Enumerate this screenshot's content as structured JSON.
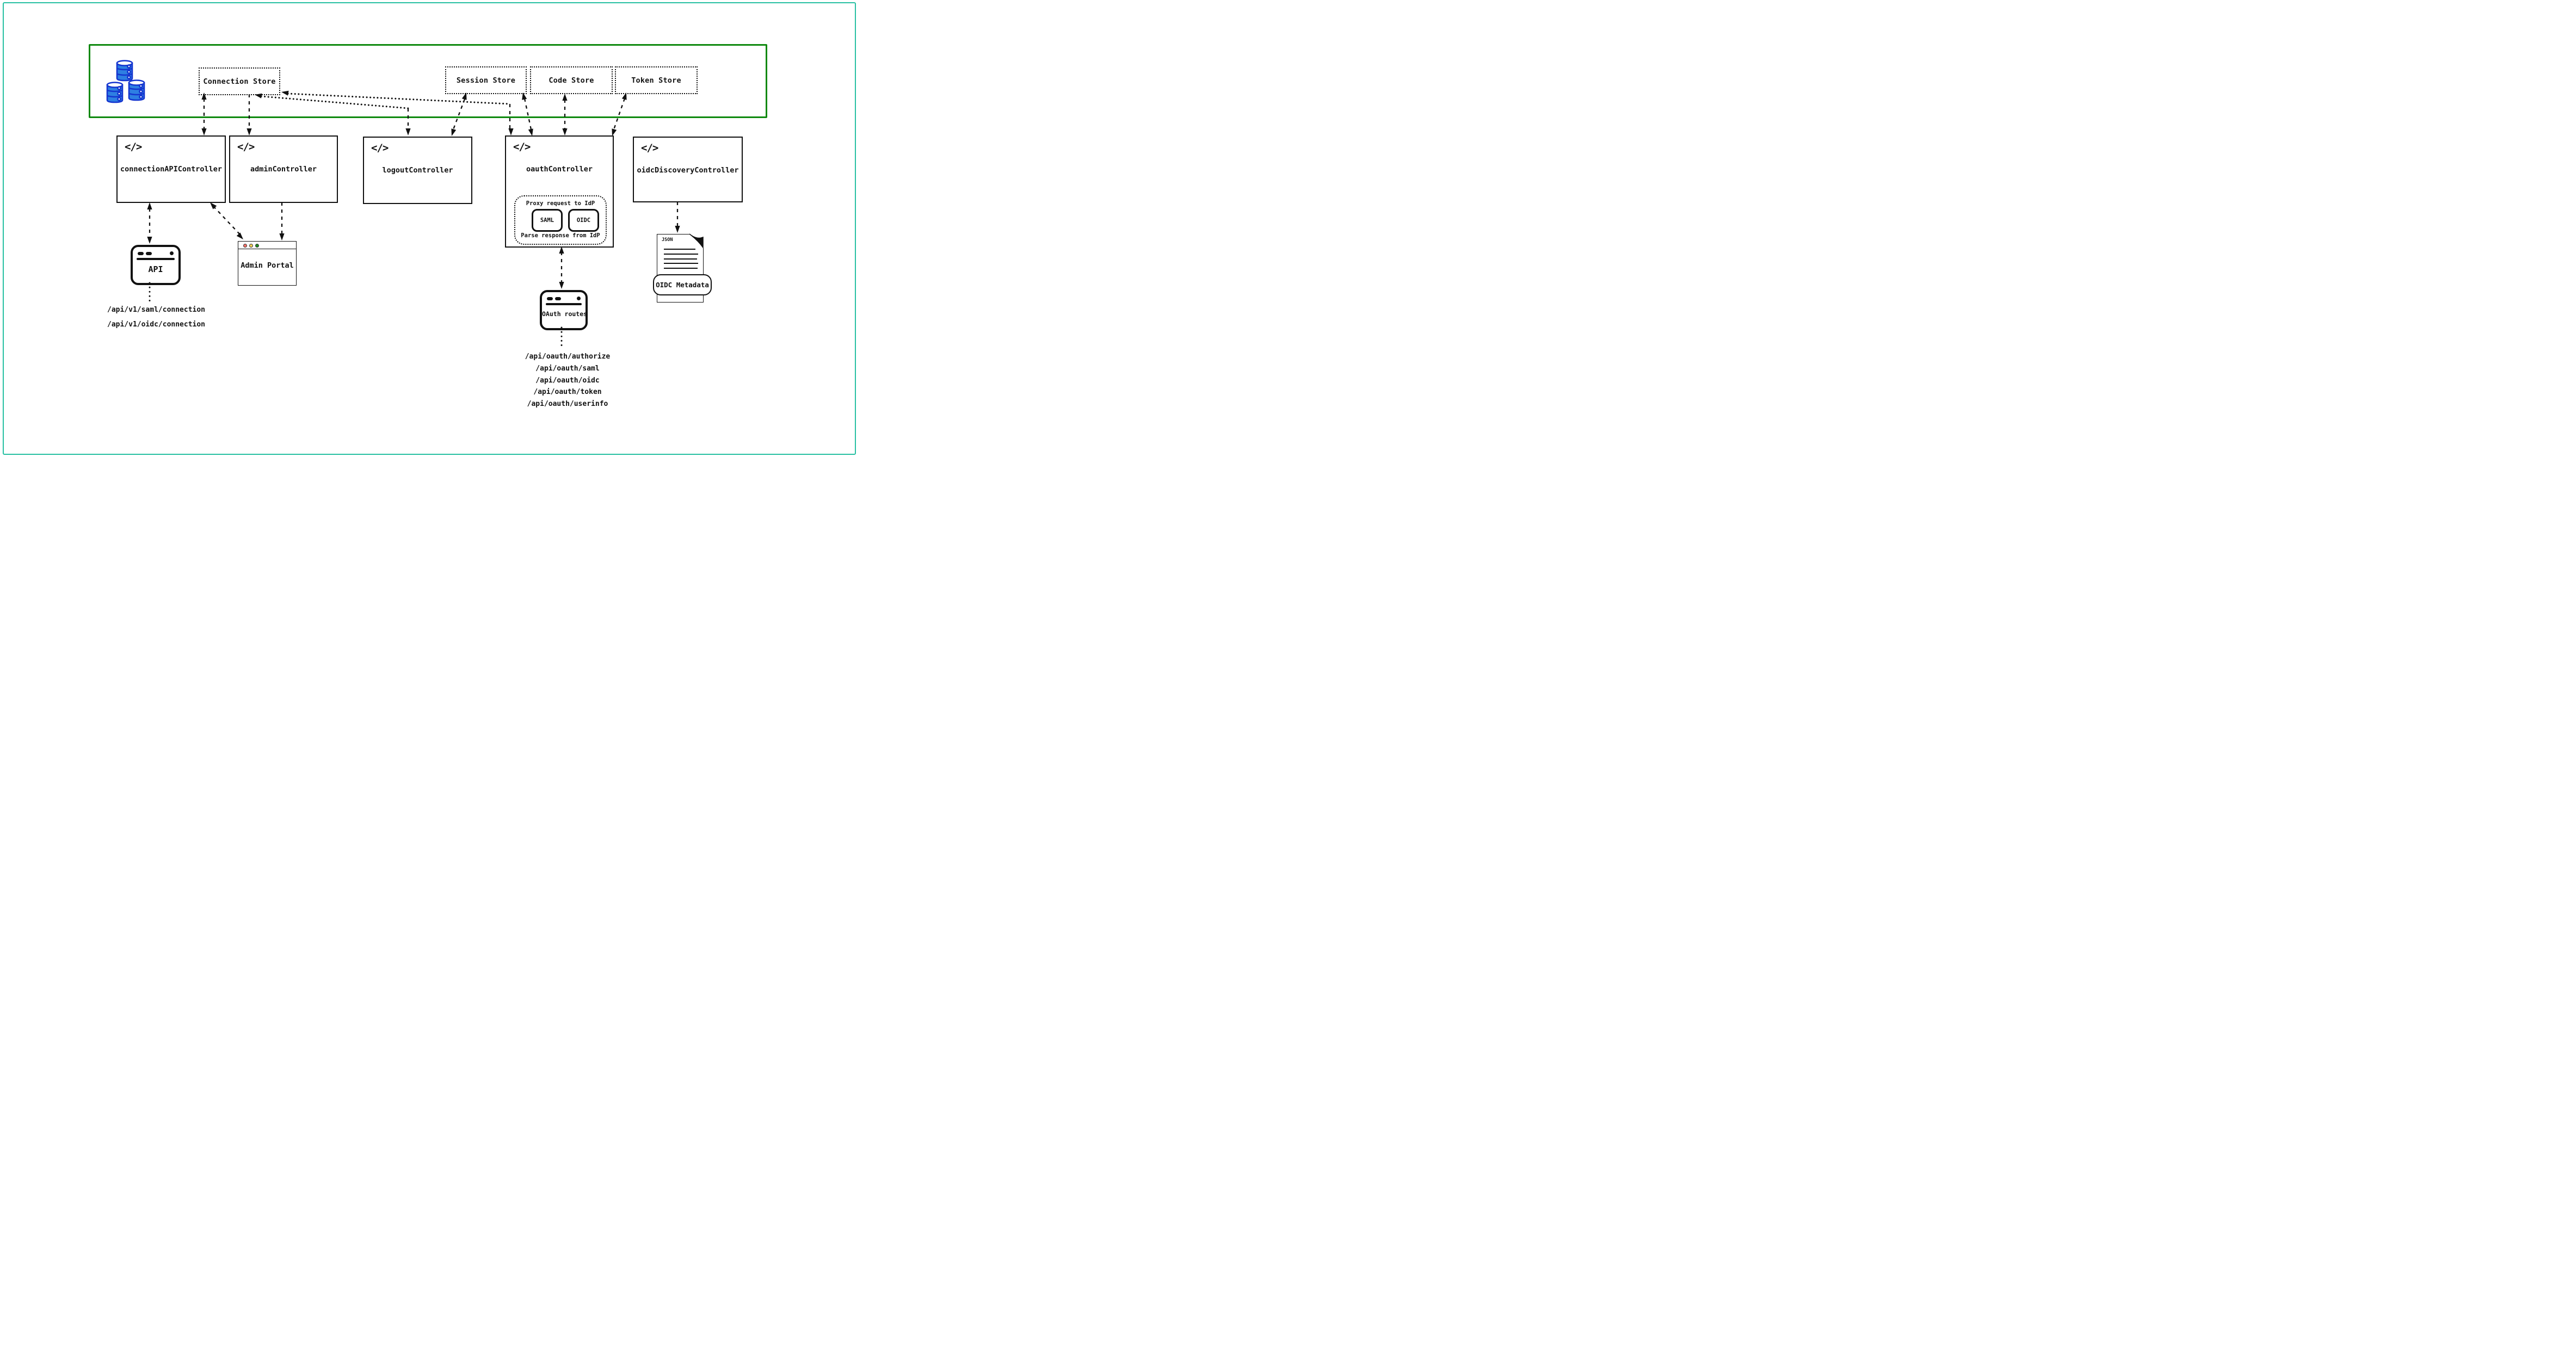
{
  "title": "SSO service architecture diagram",
  "icon_glyph": "</>",
  "colors": {
    "frame_teal": "#28c0a2",
    "store_zone_green": "#0e890e",
    "database_blue": "#2e7fe2",
    "database_blue_dark": "#1535cf",
    "ink": "#111111",
    "traffic_lights": [
      "#f87168",
      "#f0cf55",
      "#1f8a1f"
    ]
  },
  "stores": [
    {
      "label": "Connection Store"
    },
    {
      "label": "Session Store"
    },
    {
      "label": "Code Store"
    },
    {
      "label": "Token Store"
    }
  ],
  "controllers": [
    {
      "label": "connectionAPIController"
    },
    {
      "label": "adminController"
    },
    {
      "label": "logoutController"
    },
    {
      "label": "oauthController",
      "proxy_note": "Proxy request to IdP",
      "parse_note": "Parse response from IdP",
      "protocols": [
        "SAML",
        "OIDC"
      ]
    },
    {
      "label": "oidcDiscoveryController"
    }
  ],
  "clients": {
    "api": {
      "label": "API"
    },
    "admin_portal": {
      "label": "Admin Portal"
    },
    "oauth_routes": {
      "label": "OAuth routes"
    },
    "oidc_metadata": {
      "badge": "JSON",
      "label": "OIDC Metadata"
    }
  },
  "endpoints": {
    "connection_api": [
      "/api/v1/saml/connection",
      "/api/v1/oidc/connection"
    ],
    "oauth": [
      "/api/oauth/authorize",
      "/api/oauth/saml",
      "/api/oauth/oidc",
      "/api/oauth/token",
      "/api/oauth/userinfo"
    ]
  },
  "edges": [
    {
      "from": "Connection Store",
      "to": "connectionAPIController",
      "direction": "both"
    },
    {
      "from": "Connection Store",
      "to": "adminController",
      "direction": "to"
    },
    {
      "from": "logoutController",
      "to": "Connection Store",
      "direction": "both"
    },
    {
      "from": "oauthController",
      "to": "Connection Store",
      "direction": "both"
    },
    {
      "from": "Session Store",
      "to": "logoutController",
      "direction": "both"
    },
    {
      "from": "Session Store",
      "to": "oauthController",
      "direction": "both"
    },
    {
      "from": "Code Store",
      "to": "oauthController",
      "direction": "both"
    },
    {
      "from": "Token Store",
      "to": "oauthController",
      "direction": "both"
    },
    {
      "from": "adminController",
      "to": "Admin Portal",
      "direction": "to"
    },
    {
      "from": "connectionAPIController",
      "to": "Admin Portal",
      "direction": "both"
    },
    {
      "from": "connectionAPIController",
      "to": "API",
      "direction": "both"
    },
    {
      "from": "API",
      "to": "connection endpoints",
      "direction": "none"
    },
    {
      "from": "oauthController",
      "to": "OAuth routes",
      "direction": "both"
    },
    {
      "from": "OAuth routes",
      "to": "oauth endpoints",
      "direction": "none"
    },
    {
      "from": "oidcDiscoveryController",
      "to": "OIDC Metadata",
      "direction": "to"
    }
  ]
}
